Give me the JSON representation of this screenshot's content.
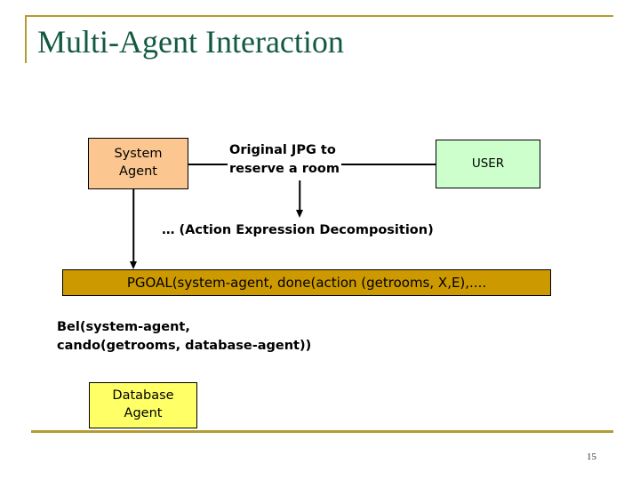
{
  "slide": {
    "title": "Multi-Agent Interaction",
    "page_number": "15",
    "accent_color": "#b49b33",
    "title_color": "#125a40"
  },
  "diagram": {
    "nodes": [
      {
        "id": "system-agent",
        "label": "System\nAgent",
        "line1": "System",
        "line2": "Agent",
        "fill": "#fbc68f"
      },
      {
        "id": "user",
        "label": "USER",
        "fill": "#ccffcc"
      },
      {
        "id": "database-agent",
        "line1": "Database",
        "line2": "Agent",
        "fill": "#ffff66"
      }
    ],
    "banner": {
      "id": "pgoal-banner",
      "text": "PGOAL(system-agent, done(action (getrooms, X,E),....",
      "fill": "#cc9900"
    },
    "labels": [
      {
        "id": "message-label",
        "line1": "Original JPG to",
        "line2": "reserve a room"
      },
      {
        "id": "action-expression-label",
        "text": "… (Action Expression Decomposition)"
      },
      {
        "id": "belief-label",
        "line1": "Bel(system-agent,",
        "line2": "cando(getrooms, database-agent))"
      }
    ]
  }
}
